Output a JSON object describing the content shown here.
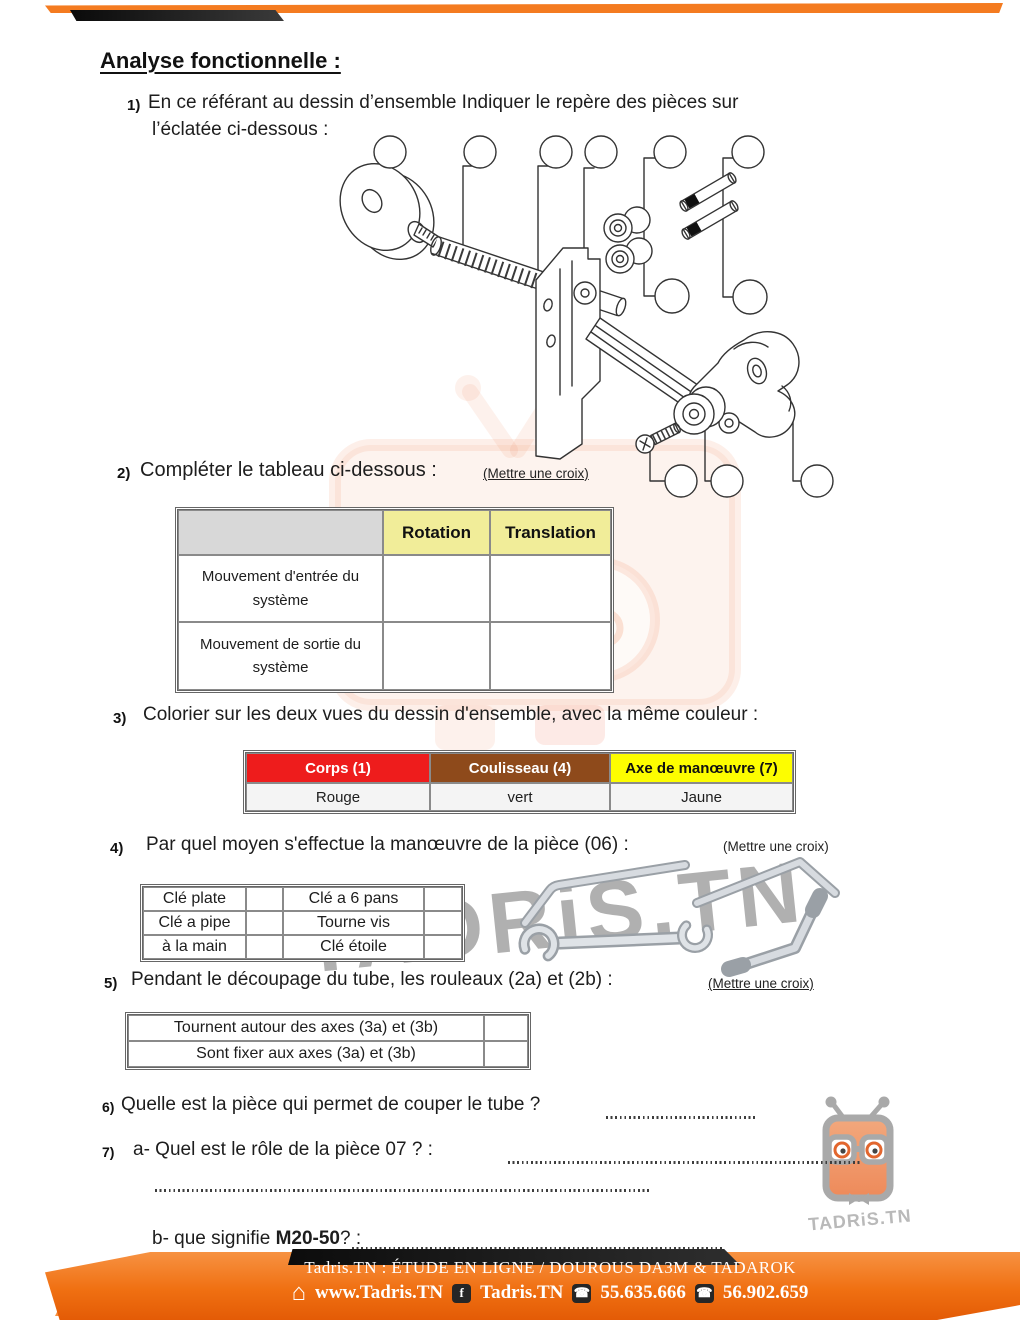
{
  "title": "Analyse fonctionnelle :",
  "q1": {
    "num": "1)",
    "line1": "En ce référant au dessin d’ensemble Indiquer le repère des pièces sur",
    "line2": "l’éclatée ci-dessous :"
  },
  "q2": {
    "num": "2)",
    "label": "Compléter le tableau ci-dessous :",
    "hint": "(Mettre une croix)",
    "table": {
      "col_headers": [
        "Rotation",
        "Translation"
      ],
      "row_labels": [
        "Mouvement d'entrée du système",
        "Mouvement de sortie du système"
      ]
    }
  },
  "q3": {
    "num": "3)",
    "label": "Colorier sur les deux vues du dessin d'ensemble, avec la même couleur :",
    "table": {
      "headers": [
        "Corps (1)",
        "Coulisseau  (4)",
        "Axe de manœuvre  (7)"
      ],
      "values": [
        "Rouge",
        "vert",
        "Jaune"
      ],
      "header_colors": [
        "#ee1c1c",
        "#8e4a1b",
        "#fdfd00"
      ]
    }
  },
  "q4": {
    "num": "4)",
    "label": "Par quel moyen s'effectue la manœuvre de la pièce (06) :",
    "hint": "(Mettre une croix)",
    "table": {
      "rows": [
        [
          "Clé plate",
          "Clé a 6 pans"
        ],
        [
          "Clé a pipe",
          "Tourne vis"
        ],
        [
          "à la main",
          "Clé étoile"
        ]
      ]
    }
  },
  "q5": {
    "num": "5)",
    "label": "Pendant le découpage du tube, les rouleaux (2a) et (2b) :",
    "hint": "(Mettre une croix)",
    "table": {
      "rows": [
        "Tournent autour des axes (3a) et (3b)",
        "Sont fixer aux axes (3a) et (3b)"
      ]
    }
  },
  "q6": {
    "num": "6)",
    "label": "Quelle est la pièce qui permet de couper le tube ?"
  },
  "q7": {
    "num": "7)",
    "a_label": "a- Quel est le rôle de la pièce 07 ? :",
    "b_prefix": "b- que signifie ",
    "b_bold": "M20-50",
    "b_suffix": "? :"
  },
  "watermark": {
    "text": "TADRiS.TN"
  },
  "logo": {
    "text": "TADRiS.TN"
  },
  "footer": {
    "tagline": "Tadris.TN : ÉTUDE EN LIGNE / DOUROUS DA3M & TADAROK",
    "website": "www.Tadris.TN",
    "facebook_label": "Tadris.TN",
    "phone1": "55.635.666",
    "phone2": "56.902.659"
  },
  "colors": {
    "brand_orange": "#f47b20",
    "table_header_yellow": "#f1ed99",
    "corps_red": "#ee1c1c",
    "coulisseau_brown": "#8e4a1b",
    "axe_yellow": "#fdfd00"
  }
}
